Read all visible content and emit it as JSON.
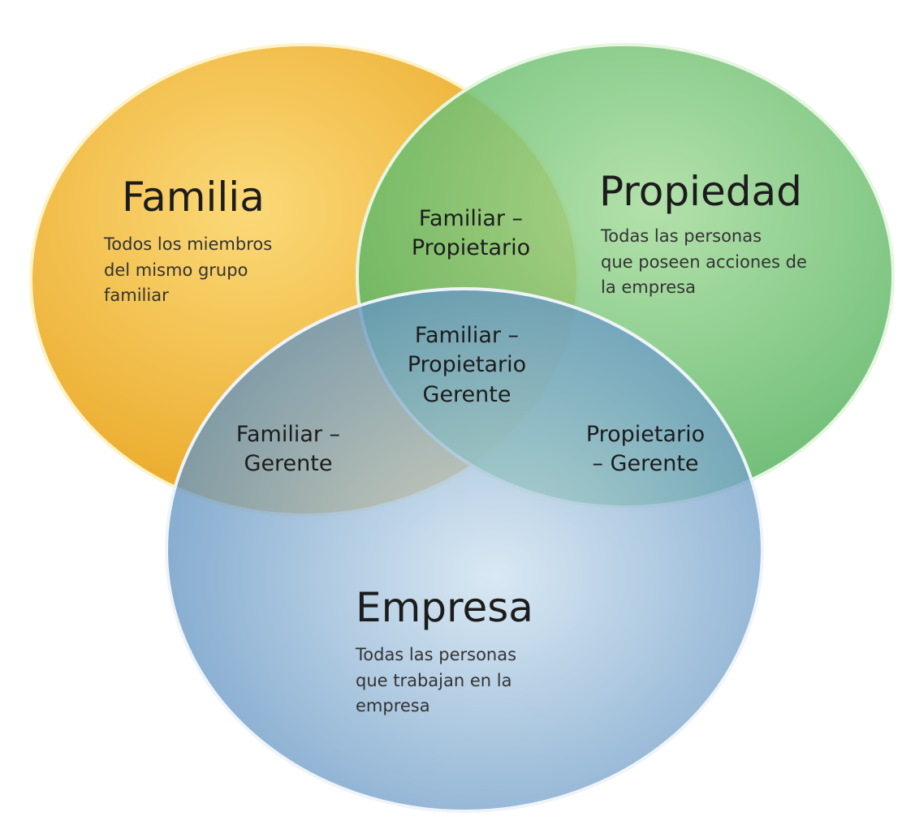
{
  "sets": {
    "familia": {
      "title": "Familia",
      "desc": [
        "Todos los miembros",
        "del mismo grupo",
        "familiar"
      ],
      "color": "#f2b636"
    },
    "propiedad": {
      "title": "Propiedad",
      "desc": [
        "Todas las personas",
        "que poseen acciones de",
        "la empresa"
      ],
      "color": "#6dc274"
    },
    "empresa": {
      "title": "Empresa",
      "desc": [
        "Todas las personas",
        "que trabajan en la",
        "empresa"
      ],
      "color": "#5c93c4"
    }
  },
  "overlaps": {
    "familia_propiedad": [
      "Familiar –",
      "Propietario"
    ],
    "familia_empresa": [
      "Familiar –",
      "Gerente"
    ],
    "propiedad_empresa": [
      "Propietario",
      "– Gerente"
    ],
    "all": [
      "Familiar –",
      "Propietario",
      "Gerente"
    ]
  }
}
